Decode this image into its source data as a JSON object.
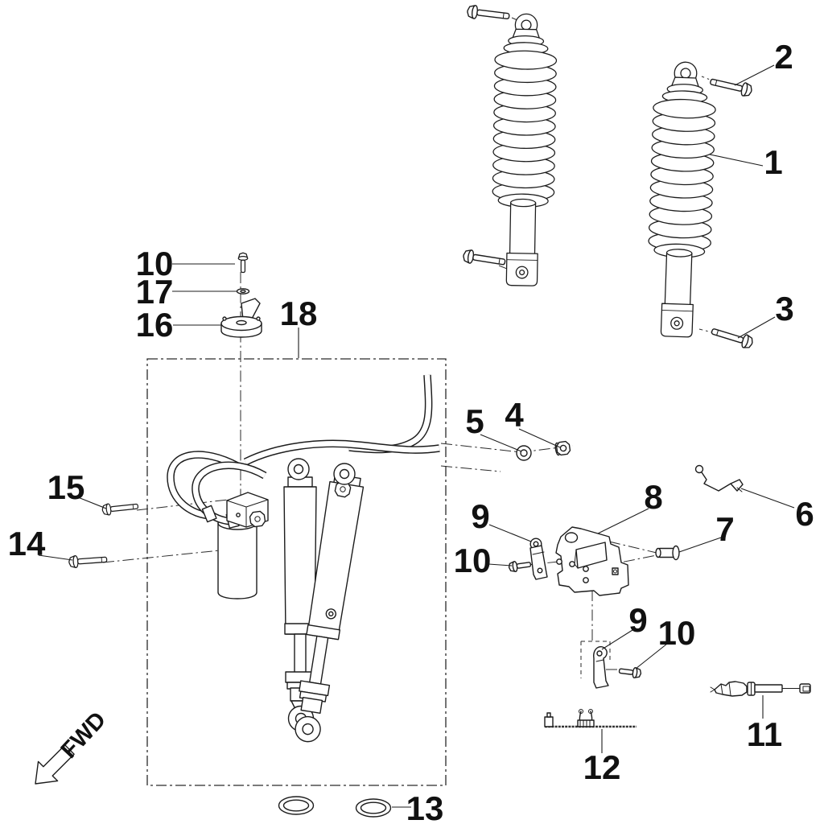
{
  "diagram": {
    "kind": "Exploded parts diagram — rear shock absorber / suspension assembly",
    "fwd_label": "FWD",
    "callouts": [
      {
        "ref": "2",
        "part": "upper-mount-bolt"
      },
      {
        "ref": "1",
        "part": "rear-shock-absorber"
      },
      {
        "ref": "3",
        "part": "lower-mount-bolt"
      },
      {
        "ref": "10",
        "part": "small-flange-bolt"
      },
      {
        "ref": "17",
        "part": "washer"
      },
      {
        "ref": "16",
        "part": "adjuster-disc"
      },
      {
        "ref": "18",
        "part": "electronic-shock-assembly"
      },
      {
        "ref": "5",
        "part": "flat-washer"
      },
      {
        "ref": "4",
        "part": "flange-nut"
      },
      {
        "ref": "15",
        "part": "flange-bolt"
      },
      {
        "ref": "14",
        "part": "flange-bolt"
      },
      {
        "ref": "9",
        "part": "retainer-strap-upper"
      },
      {
        "ref": "10",
        "part": "small-flange-bolt"
      },
      {
        "ref": "8",
        "part": "mounting-bracket"
      },
      {
        "ref": "7",
        "part": "shoulder-bolt"
      },
      {
        "ref": "6",
        "part": "wire-retaining-clip"
      },
      {
        "ref": "9",
        "part": "retainer-strap-lower"
      },
      {
        "ref": "10",
        "part": "small-flange-bolt"
      },
      {
        "ref": "11",
        "part": "sensor-cable"
      },
      {
        "ref": "12",
        "part": "cable-rod-with-clip"
      },
      {
        "ref": "13",
        "part": "o-ring"
      }
    ]
  }
}
